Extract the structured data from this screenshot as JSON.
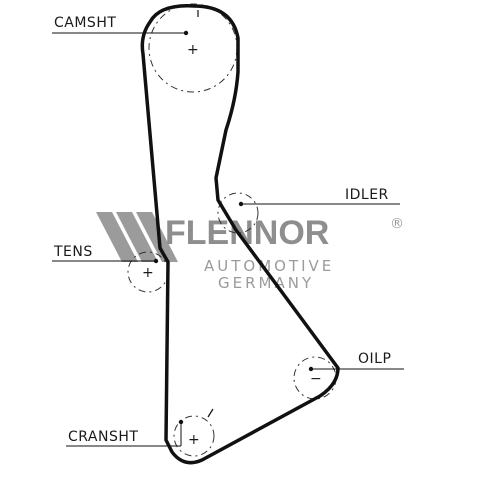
{
  "labels": {
    "camshaft": "CAMSHT",
    "idler": "IDLER",
    "tensioner": "TENS",
    "oil_pump": "OILP",
    "crankshaft": "CRANSHT"
  },
  "pulley_marks": {
    "camshaft": "+",
    "tensioner": "+",
    "oil_pump": "−",
    "crankshaft": "+"
  },
  "brand": {
    "name": "FLENNOR",
    "registered": "®",
    "line1": "AUTOMOTIVE",
    "line2": "GERMANY"
  },
  "colors": {
    "belt": "#111111",
    "pulley_dash": "#333333",
    "watermark": "#7b7b7b"
  }
}
